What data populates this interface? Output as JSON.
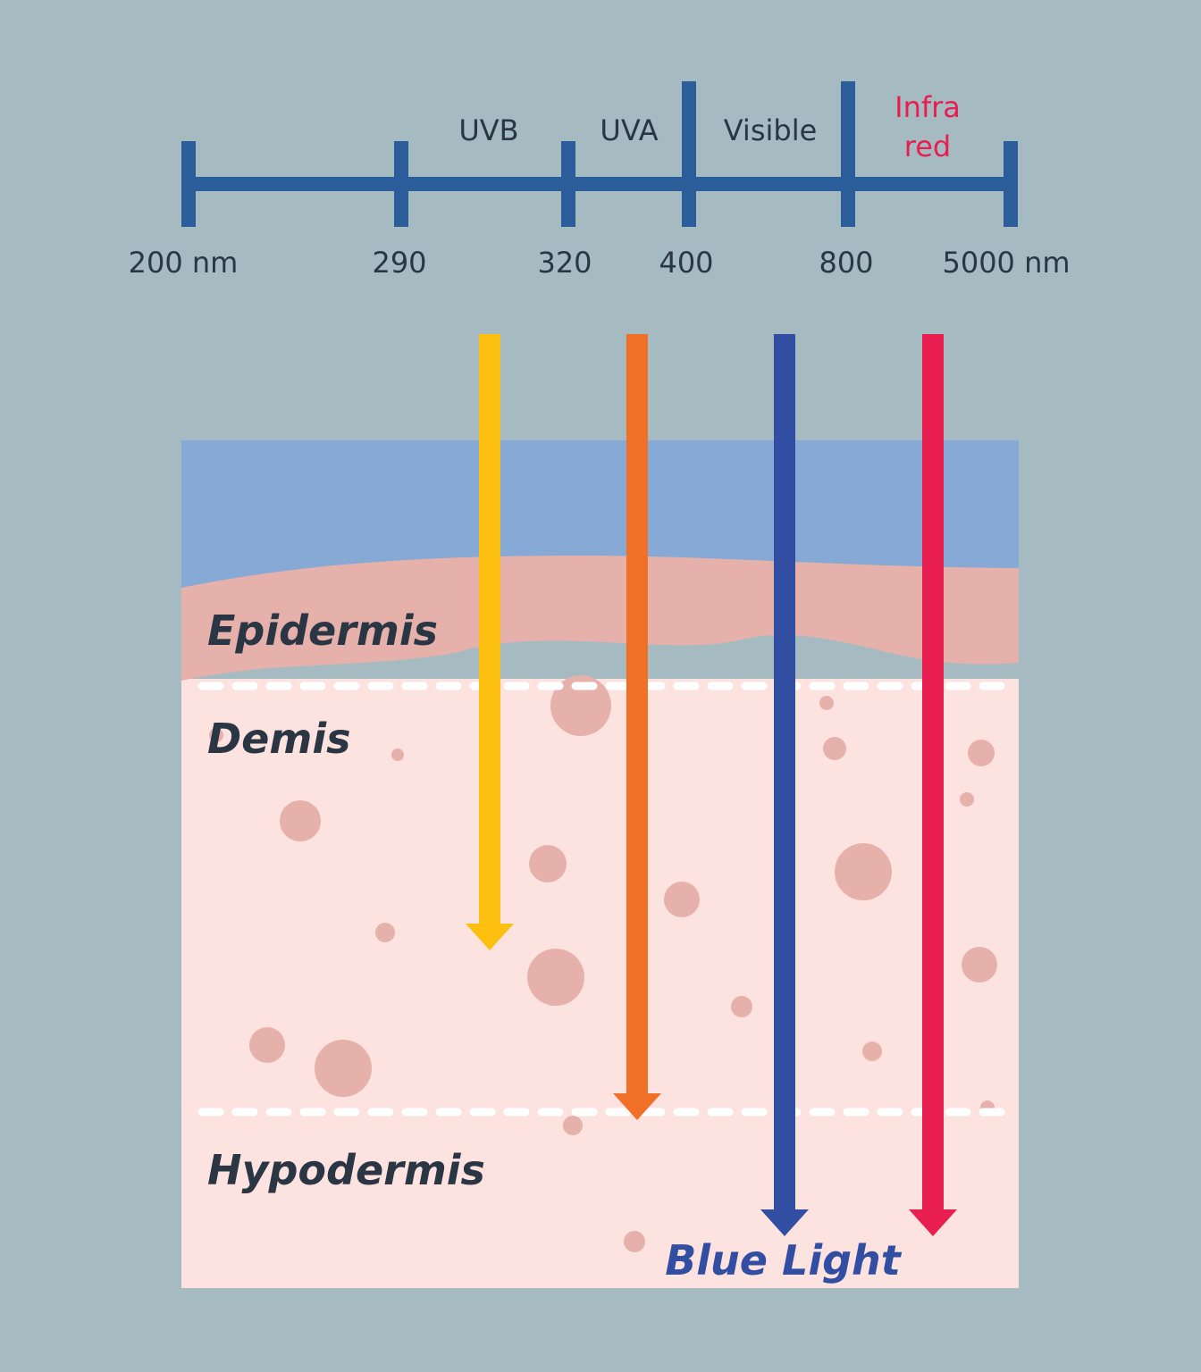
{
  "colors": {
    "background": "#a5bbc1",
    "scale": "#2a5d99",
    "text": "#2a3644",
    "infrared": "#e91e50",
    "sky": "#86a9d5",
    "epidermis": "#e6b1ab",
    "dermis": "#fde3df",
    "cells": "#e6b1ab",
    "uvb_arrow": "#fdc010",
    "uva_arrow": "#f07027",
    "blue_arrow": "#324ea3",
    "infrared_arrow": "#e91e50"
  },
  "scale": {
    "ticks": [
      "200 nm",
      "290",
      "320",
      "400",
      "800",
      "5000 nm"
    ],
    "bands": {
      "uvb": "UVB",
      "uva": "UVA",
      "visible": "Visible",
      "infrared_line1": "Infra",
      "infrared_line2": "red"
    }
  },
  "layers": {
    "epidermis": "Epidermis",
    "dermis": "Demis",
    "hypodermis": "Hypodermis"
  },
  "arrows": [
    {
      "band": "uvb",
      "icon": "down-arrow-icon"
    },
    {
      "band": "uva",
      "icon": "down-arrow-icon"
    },
    {
      "band": "visible",
      "icon": "down-arrow-icon"
    },
    {
      "band": "infrared",
      "icon": "down-arrow-icon"
    }
  ],
  "blue_light_label": "Blue Light"
}
